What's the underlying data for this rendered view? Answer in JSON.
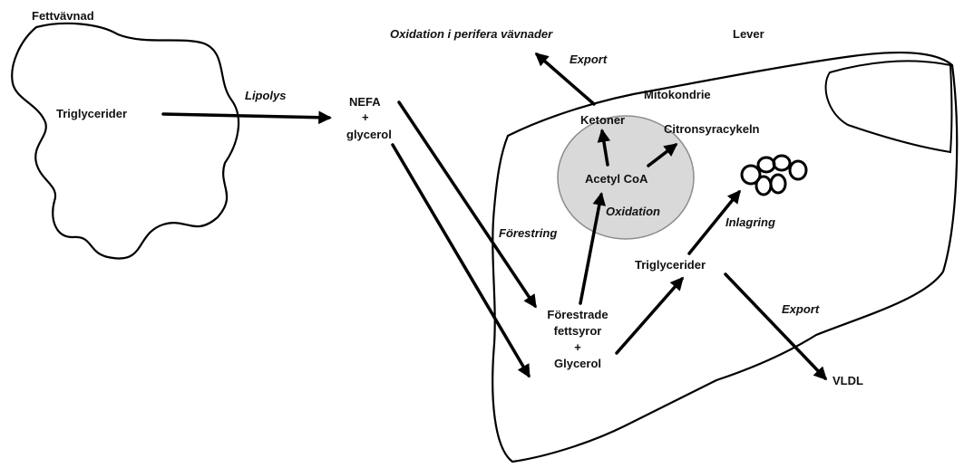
{
  "colors": {
    "ink": "#000000",
    "mitochondrion_fill": "#d9d9d9",
    "mitochondrion_stroke": "#8c8c8c",
    "background": "#ffffff"
  },
  "labels": {
    "adipose_tissue": "Fettvävnad",
    "adipose_triglycerides": "Triglycerider",
    "lipolysis": "Lipolys",
    "nefa": "NEFA",
    "plus_1": "+",
    "glycerol_lower": "glycerol",
    "peripheral_oxidation": "Oxidation i perifera vävnader",
    "export_top": "Export",
    "liver": "Lever",
    "mitochondrion": "Mitokondrie",
    "ketones": "Ketoner",
    "citric_acid_cycle": "Citronsyracykeln",
    "acetyl_coa": "Acetyl CoA",
    "oxidation": "Oxidation",
    "esterification": "Förestring",
    "storage": "Inlagring",
    "liver_triglycerides": "Triglycerider",
    "export_bottom": "Export",
    "esterified_line1": "Förestrade",
    "esterified_line2": "fettsyror",
    "plus_2": "+",
    "glycerol_upper": "Glycerol",
    "vldl": "VLDL"
  }
}
